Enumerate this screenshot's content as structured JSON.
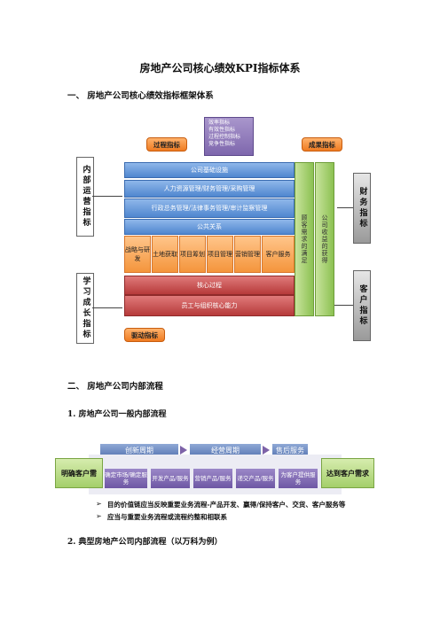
{
  "title": "房地产公司核心绩效KPI指标体系",
  "section1": "一、 房地产公司核心绩效指标框架体系",
  "framework": {
    "left_top": "内部运营指标",
    "left_bottom": "学习成长指标",
    "right_top": "财务指标",
    "right_bottom": "客户指标",
    "process_tag": "过程指标",
    "result_tag": "成果指标",
    "driver_tag": "驱动指标",
    "purple_lines": [
      "效率指标",
      "有效性指标",
      "过程控制指标",
      "竞争性指标"
    ],
    "bars": [
      "公司基础设施",
      "人力资源管理/财务管理/采购管理",
      "行政总务管理/法律事务管理/审计监察管理",
      "公共关系"
    ],
    "cells": [
      "战略与研发",
      "土地获取",
      "项目筹划",
      "项目管理",
      "营销管理",
      "客户服务"
    ],
    "red_bars": [
      "核心过程",
      "员工与组织核心能力"
    ],
    "arrow1": "顾客需求的满足",
    "arrow2": "公司收益的获得"
  },
  "section2": "二、 房地产公司内部流程",
  "sub1": "1.    房地产公司一般内部流程",
  "process": {
    "phases": [
      "创新周期",
      "经营周期",
      "售后服务"
    ],
    "start": "明确客户需",
    "end": "达到客户需求",
    "steps": [
      "确定市场/确定服务",
      "开发产品/服务",
      "营销产品/服务",
      "递交产品/服务",
      "为客户提供服务"
    ]
  },
  "bullets": [
    "目的价值链应当反映重要业务流程-产品开发、赢得/保持客户、交货、客户服务等",
    "应当与重要业务流程或流程约整和相联系"
  ],
  "sub2": "2.    典型房地产公司内部流程（以万科为例）"
}
